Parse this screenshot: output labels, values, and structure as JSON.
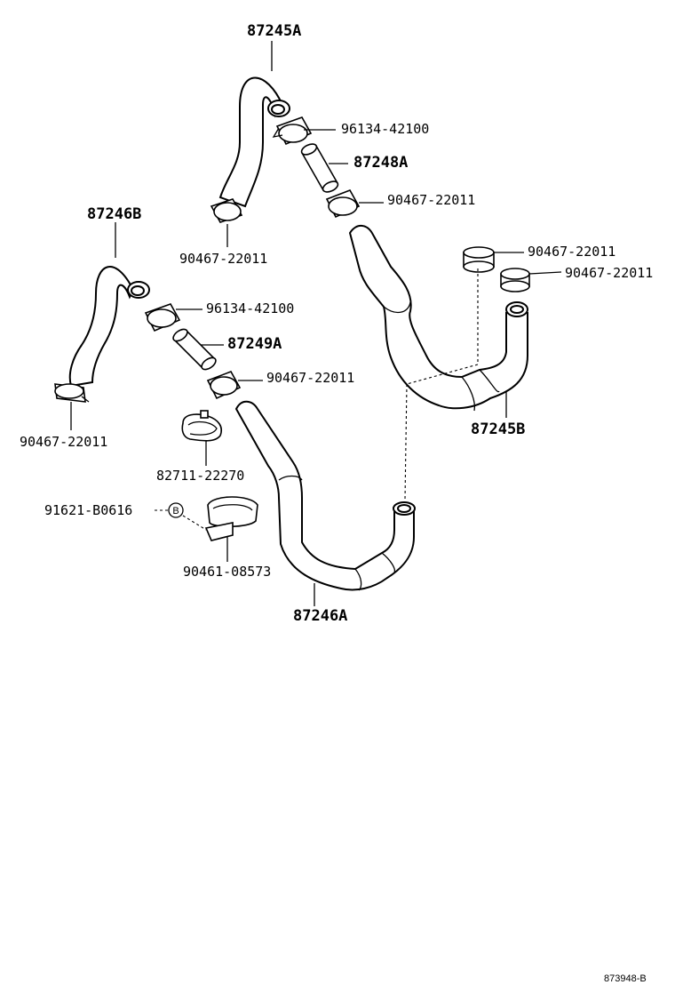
{
  "diagram": {
    "labels": {
      "p87245A": "87245A",
      "p96134_top": "96134-42100",
      "p87248A": "87248A",
      "p90467_a": "90467-22011",
      "p87246B": "87246B",
      "p90467_b": "90467-22011",
      "p96134_mid": "96134-42100",
      "p87249A": "87249A",
      "p90467_c": "90467-22011",
      "p90467_d": "90467-22011",
      "p90467_e": "90467-22011",
      "p90467_f": "90467-22011",
      "p87245B": "87245B",
      "p82711": "82711-22270",
      "p91621": "91621-B0616",
      "p90461": "90461-08573",
      "p87246A": "87246A",
      "circle_b": "B",
      "ref_code": "873948-B"
    }
  }
}
